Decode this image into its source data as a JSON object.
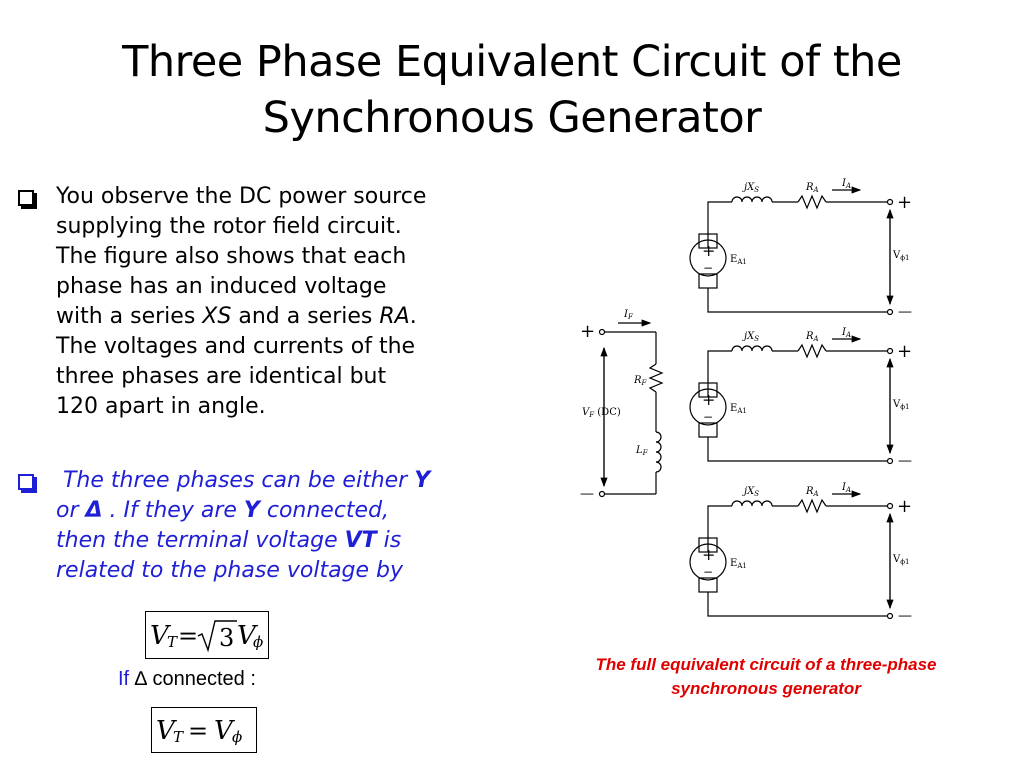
{
  "slide": {
    "title": "Three Phase Equivalent Circuit of the Synchronous Generator",
    "bullet1": {
      "line1": "You observe the DC power source",
      "line2": "supplying the rotor field circuit.",
      "line3": "The figure also shows that each",
      "line4": "phase has an induced voltage",
      "line5_pre": "with a series ",
      "line5_xs": "XS",
      "line5_mid": " and a series ",
      "line5_ra": "RA",
      "line5_end": ".",
      "line6": "The voltages and currents of the",
      "line7": "three phases are identical but",
      "line8": "120 apart in angle."
    },
    "bullet2": {
      "line1_pre": " The three phases can be either ",
      "line1_y": "Y",
      "line2_or": "or ",
      "line2_delta": "Δ",
      "line2_mid": " . If they are ",
      "line2_y": "Y",
      "line2_end": " connected,",
      "line3_pre": "then the terminal voltage ",
      "line3_vt": "VT",
      "line3_end": " is",
      "line4": "related to the phase voltage by"
    },
    "formula1": {
      "lhs_v": "V",
      "lhs_sub": "T",
      "eq": "=",
      "root_arg": "3",
      "rhs_v": "V",
      "rhs_sub": "ϕ"
    },
    "if_line": {
      "if_word": "If",
      "delta": "∆",
      "rest": " connected :"
    },
    "formula2": {
      "lhs_v": "V",
      "lhs_sub": "T",
      "eq": "=",
      "rhs_v": "V",
      "rhs_sub": "ϕ"
    },
    "caption": {
      "line1": "The full equivalent circuit of a three-phase",
      "line2": "synchronous generator"
    }
  },
  "circuit": {
    "field": {
      "current_label": "I",
      "current_sub": "F",
      "resistor_label": "R",
      "resistor_sub": "F",
      "inductor_label": "L",
      "inductor_sub": "F",
      "source_label": "V",
      "source_sub": "F",
      "source_suffix": " (DC)",
      "plus": "+",
      "minus": "—"
    },
    "phase1": {
      "reactance_j": "jX",
      "reactance_sub": "S",
      "resistor_label": "R",
      "resistor_sub": "A",
      "current_label": "I",
      "current_sub": "A",
      "emf_label": "E",
      "emf_sub": "A1",
      "voltage_label": "V",
      "voltage_sub": "ϕ1",
      "plus": "+",
      "minus": "—"
    },
    "phase2": {
      "reactance_j": "jX",
      "reactance_sub": "S",
      "resistor_label": "R",
      "resistor_sub": "A",
      "current_label": "I",
      "current_sub": "A",
      "emf_label": "E",
      "emf_sub": "A1",
      "voltage_label": "V",
      "voltage_sub": "ϕ1",
      "plus": "+",
      "minus": "—"
    },
    "phase3": {
      "reactance_j": "jX",
      "reactance_sub": "S",
      "resistor_label": "R",
      "resistor_sub": "A",
      "current_label": "I",
      "current_sub": "A",
      "emf_label": "E",
      "emf_sub": "A1",
      "voltage_label": "V",
      "voltage_sub": "ϕ1",
      "plus": "+",
      "minus": "—"
    }
  },
  "colors": {
    "blue_text": "#1f1fd6",
    "caption_red": "#e00000"
  }
}
